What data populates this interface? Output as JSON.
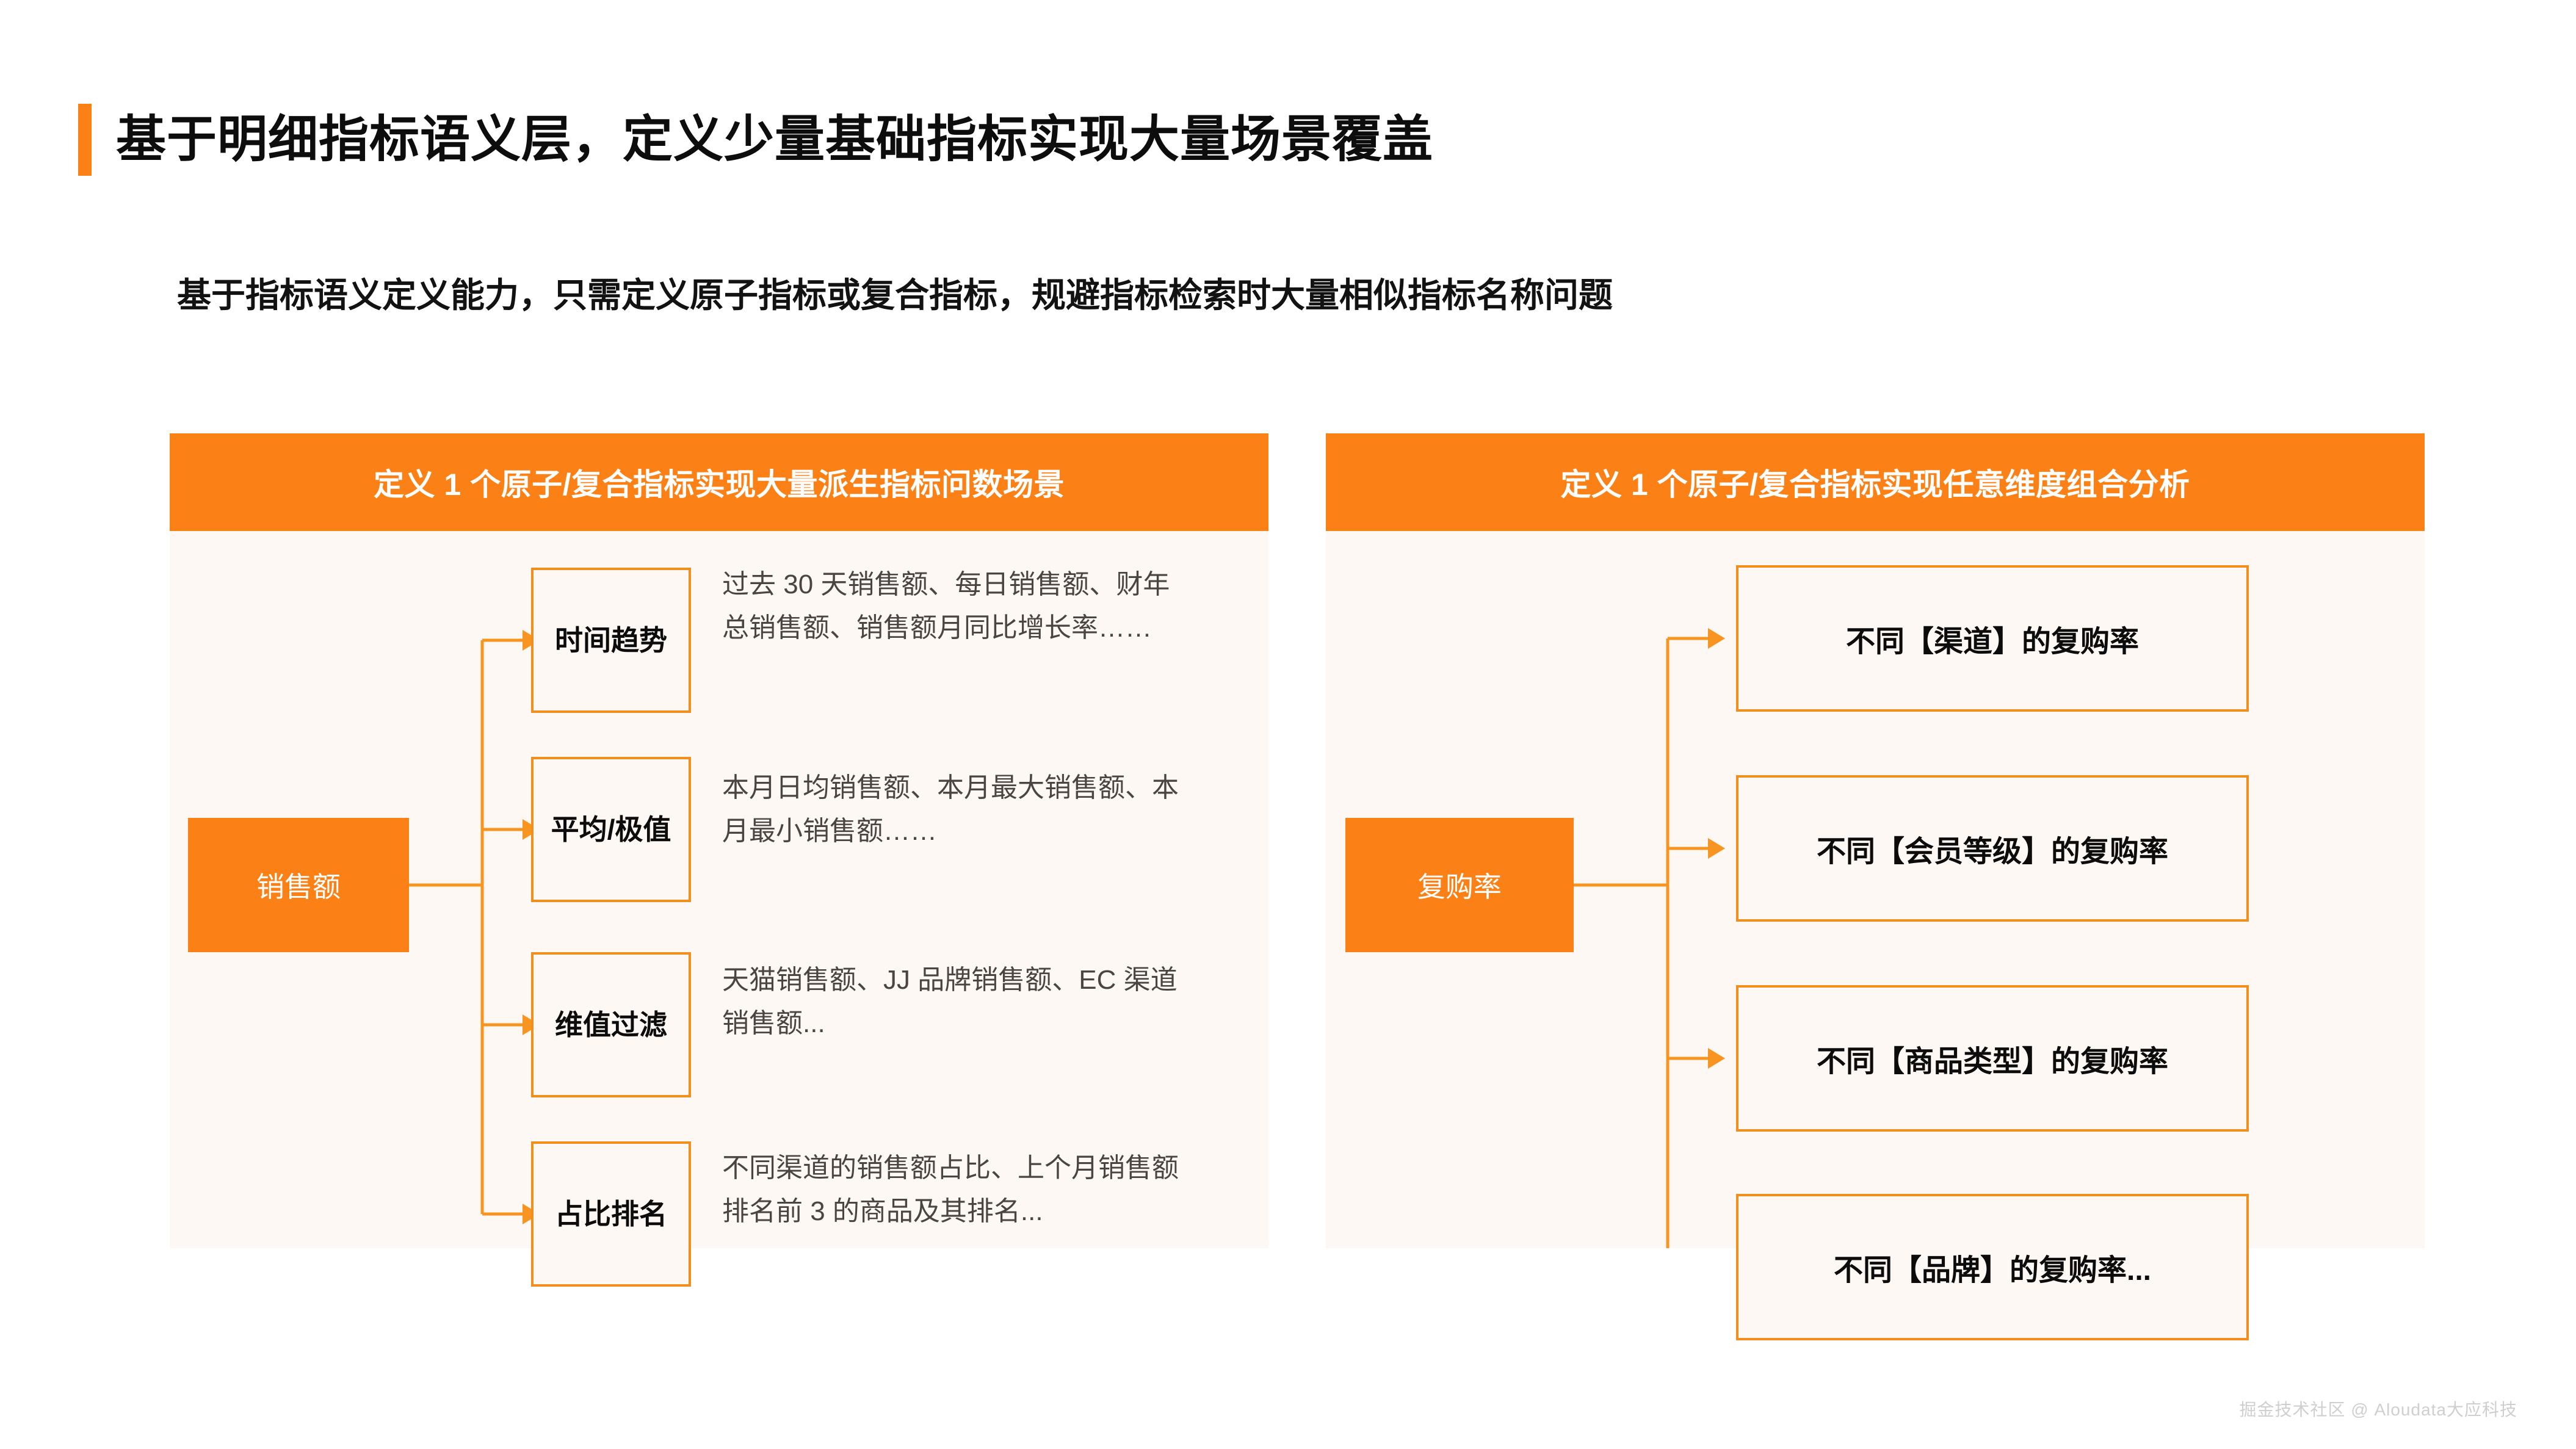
{
  "slide": {
    "title": "基于明细指标语义层，定义少量基础指标实现大量场景覆盖",
    "subtitle": "基于指标语义定义能力，只需定义原子指标或复合指标，规避指标检索时大量相似指标名称问题",
    "watermark": "掘金技术社区 @ Aloudata大应科技"
  },
  "colors": {
    "accent_orange": "#FB8116",
    "box_border": "#F08F1E",
    "panel_background": "#FDF8F4",
    "title_text": "#0d0d0d",
    "description_text": "#4a4542",
    "header_text": "#ffffff",
    "watermark_text": "#cfcfcf"
  },
  "panels": [
    {
      "id": "derived-metrics",
      "header": "定义 1 个原子/复合指标实现大量派生指标问数场景",
      "root": "销售额",
      "rows": [
        {
          "category": "时间趋势",
          "category_lines": [
            "时间",
            "趋势"
          ],
          "description": "过去 30 天销售额、每日销售额、财年总销售额、销售额月同比增长率……"
        },
        {
          "category": "平均/极值",
          "category_lines": [
            "平均/极",
            "值"
          ],
          "description": "本月日均销售额、本月最大销售额、本月最小销售额……"
        },
        {
          "category": "维值过滤",
          "category_lines": [
            "维值",
            "过滤"
          ],
          "description": "天猫销售额、JJ 品牌销售额、EC 渠道销售额..."
        },
        {
          "category": "占比排名",
          "category_lines": [
            "占比",
            "排名"
          ],
          "description": "不同渠道的销售额占比、上个月销售额排名前 3 的商品及其排名..."
        }
      ]
    },
    {
      "id": "dimension-combination",
      "header": "定义 1 个原子/复合指标实现任意维度组合分析",
      "root": "复购率",
      "items": [
        "不同【渠道】的复购率",
        "不同【会员等级】的复购率",
        "不同【商品类型】的复购率",
        "不同【品牌】的复购率..."
      ]
    }
  ]
}
